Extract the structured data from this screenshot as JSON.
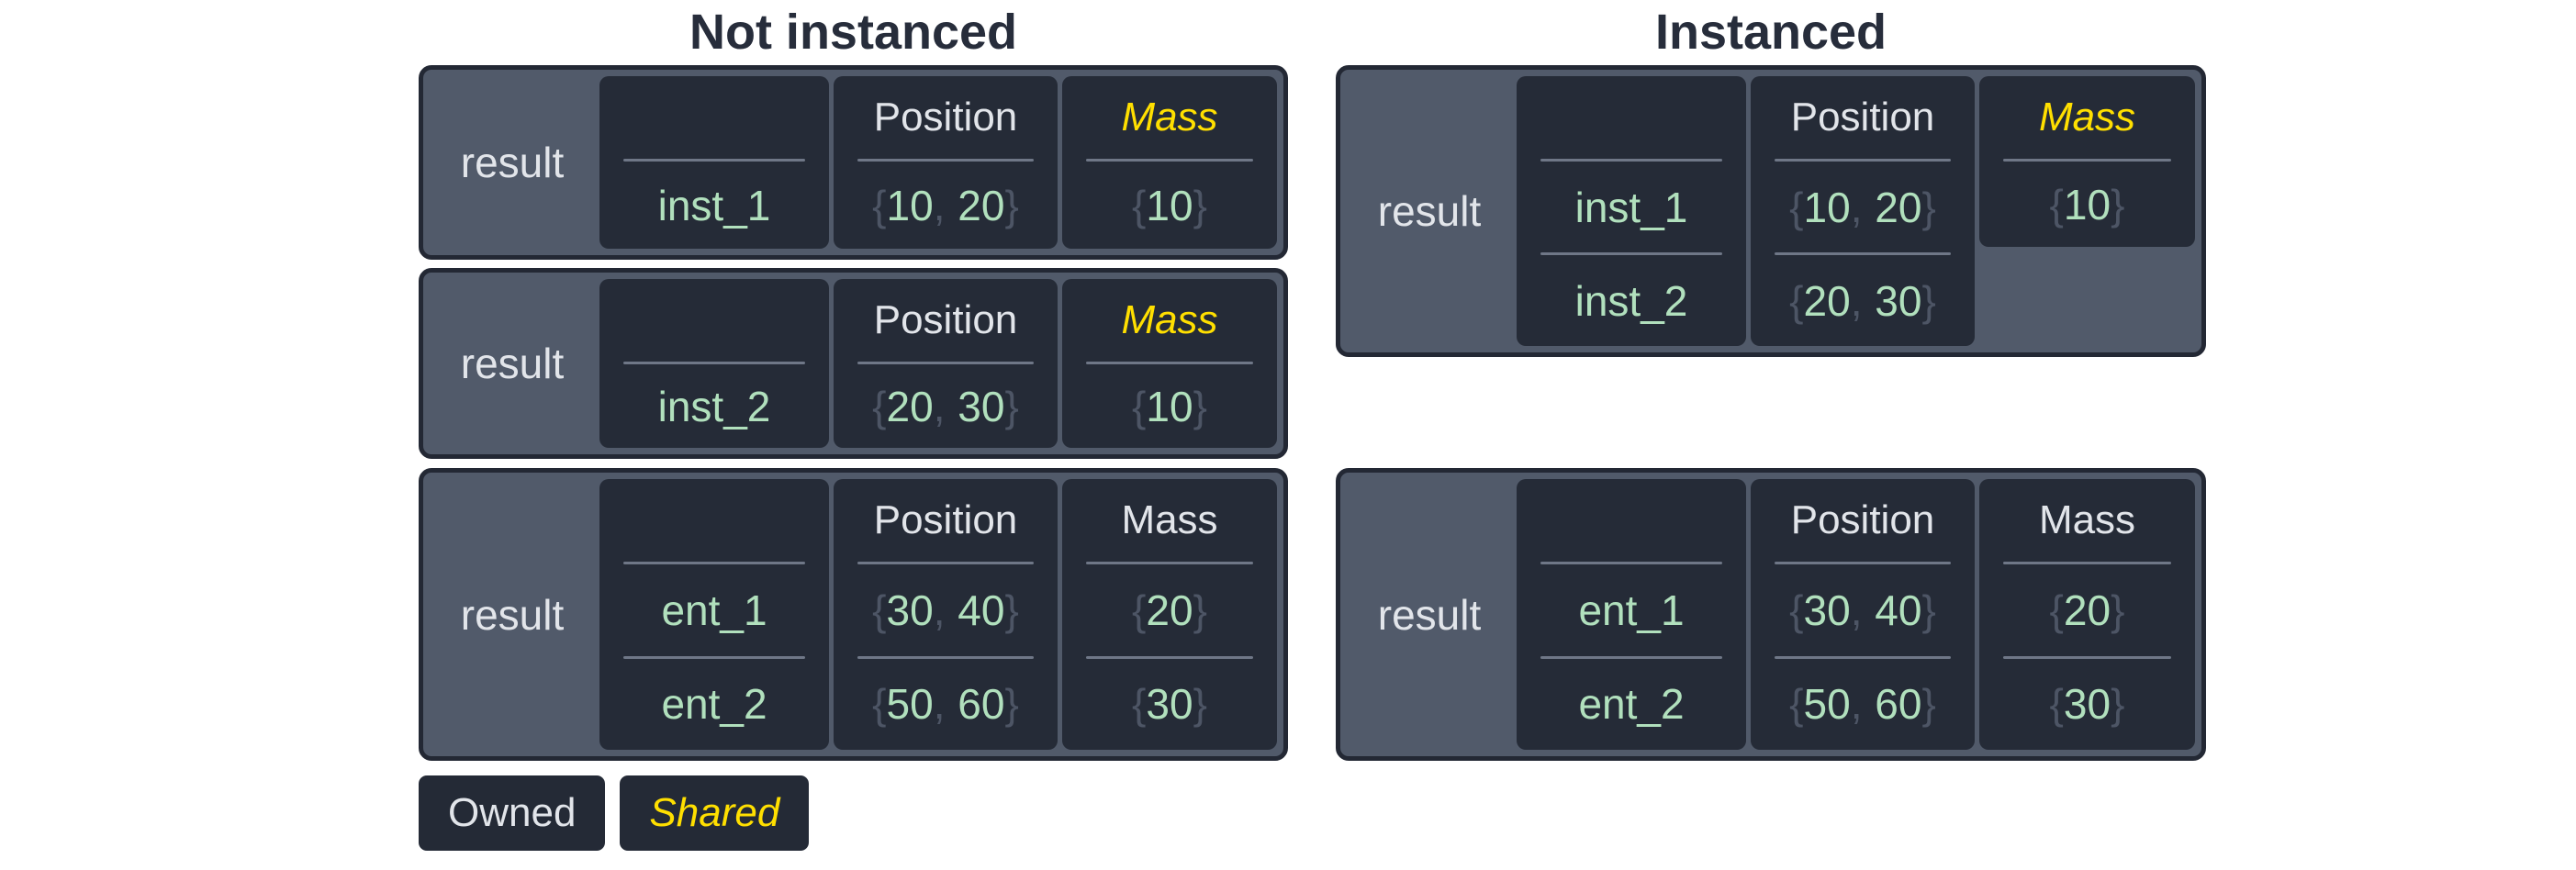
{
  "titles": {
    "left": "Not instanced",
    "right": "Instanced"
  },
  "headers": {
    "position": "Position",
    "mass": "Mass"
  },
  "punct": {
    "open": "{",
    "close": "}",
    "comma": ","
  },
  "legend": {
    "owned": "Owned",
    "shared": "Shared"
  },
  "colors": {
    "panel_gray": "#515a6a",
    "cell_dark": "#252b37",
    "box_border": "#232834",
    "light_text": "#e2e5ea",
    "value_green": "#b1e0bd",
    "brace_gray": "#4d5565",
    "shared_yellow": "#ffdf00",
    "title_dark": "#272d3b",
    "divider_gray": "#6f7787"
  },
  "boxes": {
    "ni1": {
      "label": "result",
      "names": [
        "inst_1"
      ],
      "pos": [
        [
          "10",
          "20"
        ]
      ],
      "mass": [
        [
          "10"
        ]
      ],
      "mass_shared": true
    },
    "ni2": {
      "label": "result",
      "names": [
        "inst_2"
      ],
      "pos": [
        [
          "20",
          "30"
        ]
      ],
      "mass": [
        [
          "10"
        ]
      ],
      "mass_shared": true
    },
    "ni3": {
      "label": "result",
      "names": [
        "ent_1",
        "ent_2"
      ],
      "pos": [
        [
          "30",
          "40"
        ],
        [
          "50",
          "60"
        ]
      ],
      "mass": [
        [
          "20"
        ],
        [
          "30"
        ]
      ],
      "mass_shared": false
    },
    "i1": {
      "label": "result",
      "names": [
        "inst_1",
        "inst_2"
      ],
      "pos": [
        [
          "10",
          "20"
        ],
        [
          "20",
          "30"
        ]
      ],
      "mass": [
        [
          "10"
        ]
      ],
      "mass_shared": true
    },
    "i2": {
      "label": "result",
      "names": [
        "ent_1",
        "ent_2"
      ],
      "pos": [
        [
          "30",
          "40"
        ],
        [
          "50",
          "60"
        ]
      ],
      "mass": [
        [
          "20"
        ],
        [
          "30"
        ]
      ],
      "mass_shared": false
    }
  }
}
